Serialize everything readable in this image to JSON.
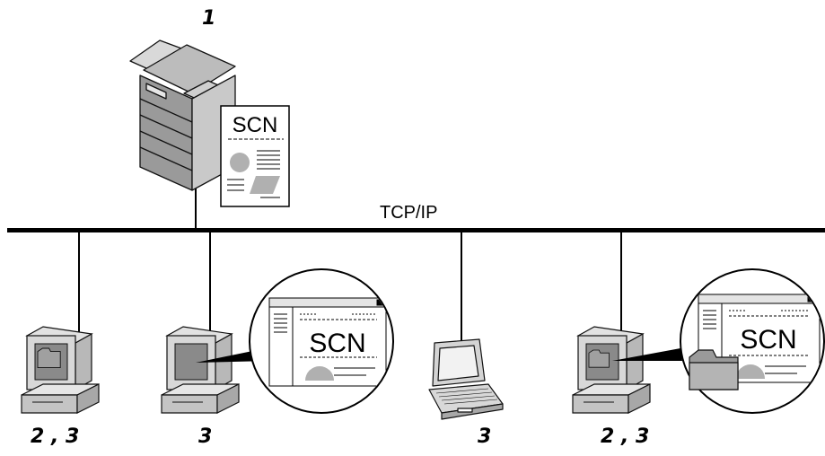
{
  "network_label": "TCP/IP",
  "printer": {
    "label": "1",
    "doc_text": "SCN"
  },
  "nodes": [
    {
      "label": "2 , 3"
    },
    {
      "label": "3",
      "screen_text": "SCN"
    },
    {
      "label": "3"
    },
    {
      "label": "2 , 3",
      "screen_text": "SCN"
    }
  ]
}
